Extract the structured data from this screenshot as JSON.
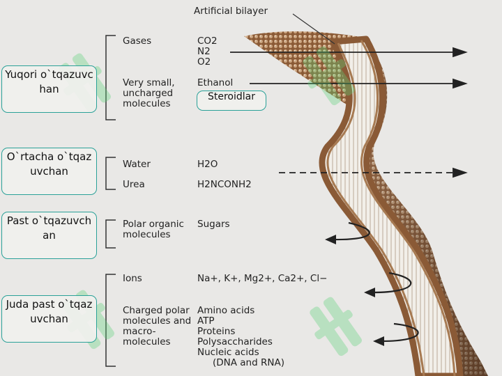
{
  "diagram": {
    "membrane_label": "Artificial bilayer",
    "categories": [
      {
        "label": "Gases",
        "molecules": [
          "CO2",
          "N2",
          "O2"
        ]
      },
      {
        "label": "Very small, uncharged molecules",
        "molecules": [
          "Ethanol"
        ]
      },
      {
        "label": "Water",
        "molecules": [
          "H2O"
        ]
      },
      {
        "label": "Urea",
        "molecules": [
          "H2NCONH2"
        ]
      },
      {
        "label": "Polar organic molecules",
        "molecules": [
          "Sugars"
        ]
      },
      {
        "label": "Ions",
        "molecules": [
          "Na+, K+, Mg2+, Ca2+, Cl−"
        ]
      },
      {
        "label": "Charged polar molecules and macro-molecules",
        "molecules": [
          "Amino acids",
          "ATP",
          "Proteins",
          "Polysaccharides",
          "Nucleic acids",
          "(DNA and RNA)"
        ]
      }
    ]
  },
  "labels": {
    "high": "Yuqori o`tqazuvchan",
    "medium": "O`rtacha o`tqazuvchan",
    "low": "Past o`tqazuvchan",
    "very_low": "Juda past o`tqazuvchan",
    "steroids": "Steroidlar"
  },
  "colors": {
    "box_border": "#2aa198",
    "membrane": "#a07650",
    "watermark": "#5fd07a"
  }
}
